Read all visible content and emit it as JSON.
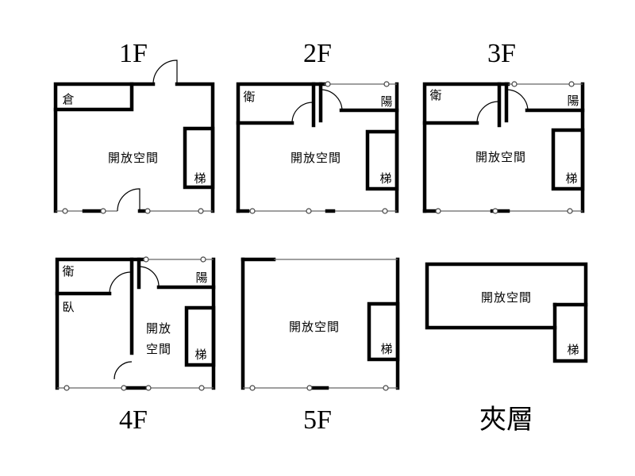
{
  "floors": {
    "f1": {
      "label": "1F",
      "rooms": {
        "storage": "倉",
        "open_space": "開放空間",
        "stairs": "梯"
      }
    },
    "f2": {
      "label": "2F",
      "rooms": {
        "bath": "衛",
        "balcony": "陽",
        "open_space": "開放空間",
        "stairs": "梯"
      }
    },
    "f3": {
      "label": "3F",
      "rooms": {
        "bath": "衛",
        "balcony": "陽",
        "open_space": "開放空間",
        "stairs": "梯"
      }
    },
    "f4": {
      "label": "4F",
      "rooms": {
        "bath": "衛",
        "bedroom": "臥",
        "balcony": "陽",
        "open_space_line1": "開放",
        "open_space_line2": "空間",
        "stairs": "梯"
      }
    },
    "f5": {
      "label": "5F",
      "rooms": {
        "open_space": "開放空間",
        "stairs": "梯"
      }
    },
    "mezz": {
      "label": "夾層",
      "rooms": {
        "open_space": "開放空間",
        "stairs": "梯"
      }
    }
  }
}
